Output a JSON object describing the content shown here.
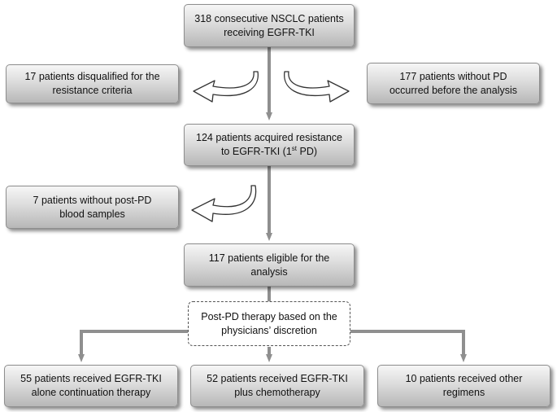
{
  "nodes": {
    "cohort": {
      "line1": "318 consecutive NSCLC patients",
      "line2": "receiving EGFR-TKI"
    },
    "disqualified": {
      "line1": "17 patients disqualified for the",
      "line2": "resistance criteria"
    },
    "without_pd": {
      "line1": "177 patients without PD",
      "line2": "occurred before the analysis"
    },
    "resistance": {
      "line1": "124 patients acquired resistance",
      "line2_pre": "to EGFR-TKI (1",
      "line2_sup": "st",
      "line2_post": " PD)"
    },
    "no_samples": {
      "line1": "7 patients without post-PD",
      "line2": "blood samples"
    },
    "eligible": {
      "line1": "117 patients eligible for the",
      "line2": "analysis"
    },
    "therapy": {
      "line1": "Post-PD therapy based on the",
      "line2": "physicians’ discretion"
    },
    "continuation": {
      "line1": "55 patients received EGFR-TKI",
      "line2": "alone continuation therapy"
    },
    "chemo": {
      "line1": "52 patients received EGFR-TKI",
      "line2": "plus chemotherapy"
    },
    "other": {
      "line1": "10 patients received other",
      "line2": "regimens"
    }
  },
  "colors": {
    "connector": "#8f8f8f",
    "curved_arrow_fill": "#ffffff",
    "curved_arrow_stroke": "#333333"
  }
}
